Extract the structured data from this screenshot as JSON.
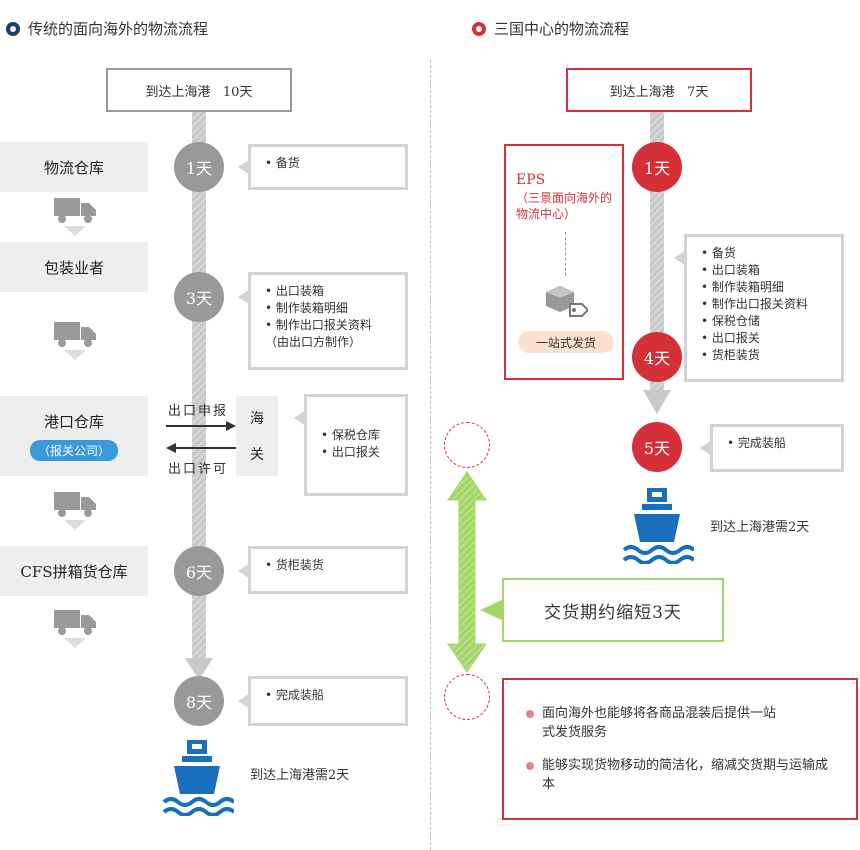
{
  "left": {
    "heading": "传统的面向海外的物流流程",
    "title": "到达上海港   10天",
    "stages": {
      "warehouse": "物流仓库",
      "packer": "包装业者",
      "port": "港口仓库",
      "port_badge": "（报关公司）",
      "cfs": "CFS拼箱货仓库"
    },
    "days": {
      "d1": "1天",
      "d3": "3天",
      "d6": "6天",
      "d8": "8天"
    },
    "notes": {
      "n1": [
        "备货"
      ],
      "n3": [
        "出口装箱",
        "制作装箱明细",
        "制作出口报关资料"
      ],
      "n3_sub": "（由出口方制作）",
      "customs": [
        "保税仓库",
        "出口报关"
      ],
      "n6": [
        "货柜装货"
      ],
      "n8": [
        "完成装船"
      ]
    },
    "customs_flow": {
      "apply": "出口申报",
      "permit": "出口许可",
      "customs_1": "海",
      "customs_2": "关"
    },
    "arrival": "到达上海港需2天"
  },
  "right": {
    "heading": "三国中心的物流流程",
    "title": "到达上海港   7天",
    "eps_title": "EPS",
    "eps_sub": "（三景面向海外的物流中心）",
    "one_stop": "一站式发货",
    "days": {
      "d1": "1天",
      "d4": "4天",
      "d5": "5天"
    },
    "notes": {
      "main": [
        "备货",
        "出口装箱",
        "制作装箱明细",
        "制作出口报关资料",
        "保税仓储",
        "出口报关",
        "货柜装货"
      ],
      "final": [
        "完成装船"
      ]
    },
    "arrival": "到达上海港需2天",
    "shorten": "交货期约缩短3天",
    "benefits": [
      "面向海外也能够将各商品混装后提供一站式发货服务",
      "能够实现货物移动的简洁化，缩减交货期与运输成本"
    ]
  },
  "colors": {
    "accent_red": "#d5303a",
    "navy": "#1a3d6e",
    "ship_blue": "#1a6fbd",
    "green_arrow": "#a5d66a",
    "badge_blue": "#3a9ad9",
    "gray": "#999999"
  }
}
